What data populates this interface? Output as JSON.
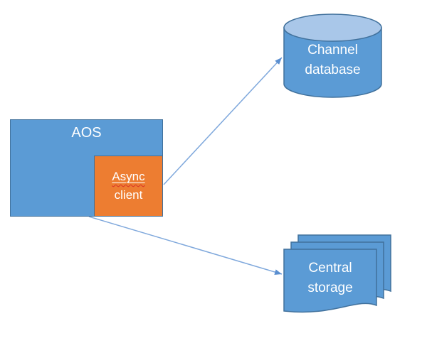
{
  "diagram": {
    "nodes": {
      "aos": {
        "label": "AOS",
        "shape": "rectangle"
      },
      "async_client": {
        "line1": "Async",
        "line2": "client",
        "shape": "rectangle",
        "note": "Async word shows spellcheck wavy underline"
      },
      "channel_database": {
        "line1": "Channel",
        "line2": "database",
        "shape": "database-cylinder"
      },
      "central_storage": {
        "line1": "Central",
        "line2": "storage",
        "shape": "multi-document-stack"
      }
    },
    "edges": [
      {
        "from": "async_client",
        "to": "channel_database",
        "style": "arrow"
      },
      {
        "from": "aos",
        "to": "central_storage",
        "style": "arrow"
      }
    ],
    "colors": {
      "node_fill": "#5b9bd5",
      "node_border": "#41719c",
      "cylinder_top": "#a9c7e9",
      "orange_fill": "#ed7d31",
      "arrow_line": "#7fa8dc",
      "arrow_head": "#5b8fd0",
      "label_text": "#ffffff",
      "spellcheck_underline": "#d93025",
      "background": "#ffffff"
    }
  }
}
